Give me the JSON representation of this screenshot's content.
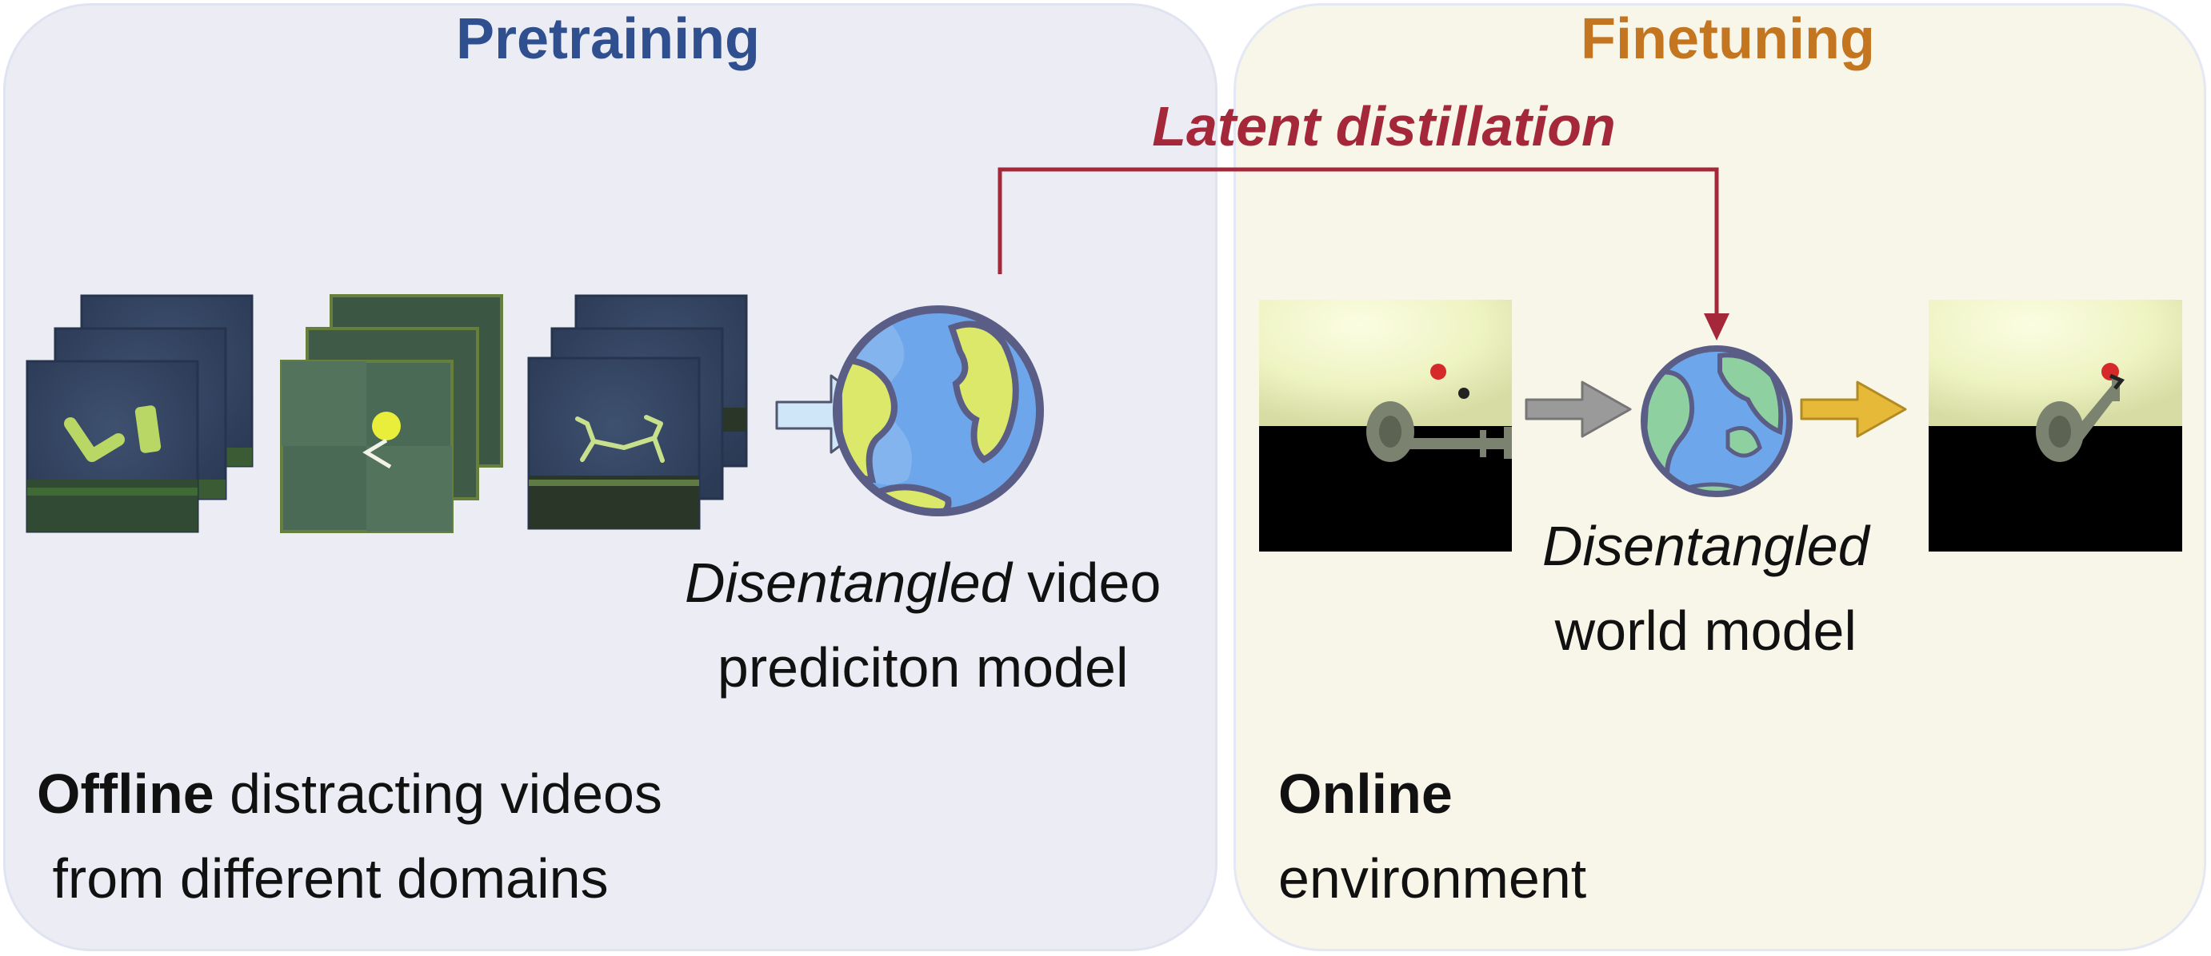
{
  "pretraining": {
    "title": "Pretraining",
    "caption": {
      "emph": "Disentangled",
      "rest1": " video",
      "line2": "prediciton model"
    },
    "bottom": {
      "bold": "Offline",
      "rest1": " distracting videos",
      "line2": " from different domains"
    }
  },
  "finetuning": {
    "title": "Finetuning",
    "caption": {
      "emph": "Disentangled",
      "line2": "world model"
    },
    "bottom": {
      "bold": "Online",
      "line2": "environment"
    }
  },
  "distillation": {
    "label": "Latent distillation"
  },
  "colors": {
    "pretraining_title": "#2f4f8f",
    "finetuning_title": "#c3751f",
    "distillation": "#a4283a",
    "arrow_light_blue": "#cfe6f8",
    "arrow_gray": "#9a9a9a",
    "arrow_gold": "#e7b938",
    "globe_ocean": "#6ea6ec",
    "globe_land_pre": "#dbe86a",
    "globe_land_fine": "#8fd0a0",
    "globe_outline": "#5a5d86"
  },
  "icons": [
    "video-frames-stack-icon",
    "globe-icon",
    "arrow-right-icon",
    "robot-arm-frame-icon"
  ]
}
